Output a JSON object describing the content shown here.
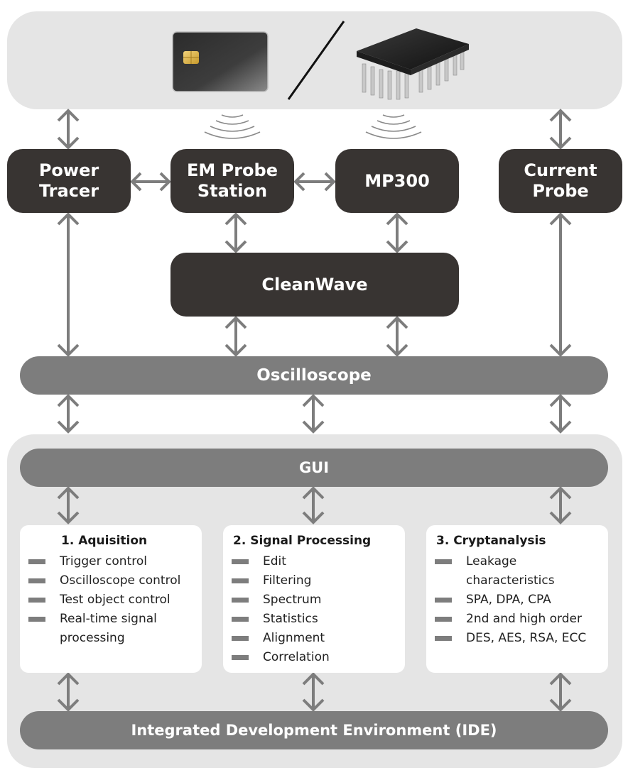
{
  "devices": {
    "smartcard_icon": "smartcard-chip-icon",
    "chip_icon": "integrated-circuit-icon"
  },
  "nodes": {
    "power_tracer": "Power Tracer",
    "em_probe_station": "EM Probe Station",
    "mp300": "MP300",
    "current_probe": "Current Probe",
    "cleanwave": "CleanWave",
    "oscilloscope": "Oscilloscope",
    "gui": "GUI",
    "ide": "Integrated Development Environment (IDE)"
  },
  "modules": [
    {
      "title": "1. Aquisition",
      "items": [
        "Trigger control",
        "Oscilloscope control",
        "Test object control",
        "Real-time signal processing"
      ]
    },
    {
      "title": "2. Signal Processing",
      "items": [
        "Edit",
        "Filtering",
        "Spectrum",
        "Statistics",
        "Alignment",
        "Correlation"
      ]
    },
    {
      "title": "3. Cryptanalysis",
      "items": [
        "Leakage characteristics",
        "SPA, DPA, CPA",
        "2nd and high order",
        "DES, AES, RSA, ECC"
      ]
    }
  ],
  "colors": {
    "dark_box": "#383432",
    "bar": "#7d7d7d",
    "panel": "#e5e5e5"
  }
}
